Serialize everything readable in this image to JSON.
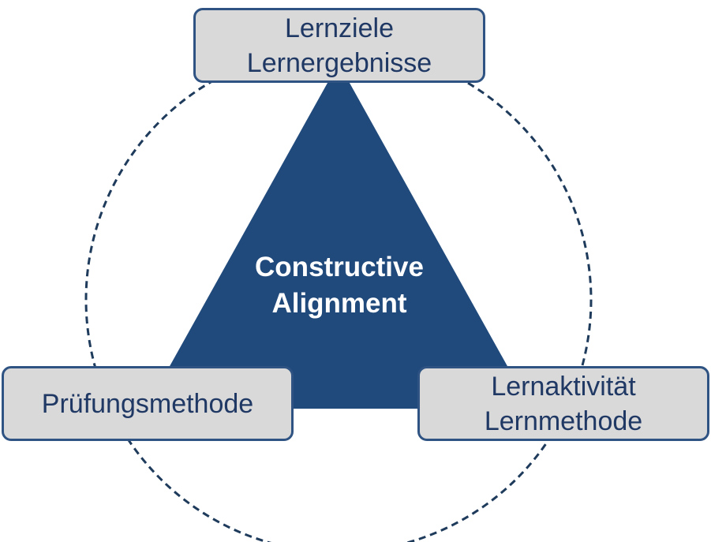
{
  "colors": {
    "triangle_fill": "#214a7c",
    "circle_stroke": "#1f3b5c",
    "box_fill": "#d9d9d9",
    "box_border": "#2f5382",
    "box_text": "#1f3864",
    "center_text": "#ffffff"
  },
  "center": {
    "line1": "Constructive",
    "line2": "Alignment"
  },
  "nodes": {
    "top": {
      "line1": "Lernziele",
      "line2": "Lernergebnisse"
    },
    "left": {
      "line1": "Prüfungsmethode"
    },
    "right": {
      "line1": "Lernaktivität",
      "line2": "Lernmethode"
    }
  }
}
